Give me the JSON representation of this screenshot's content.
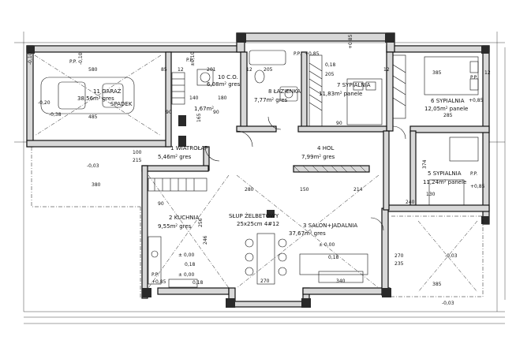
{
  "rooms": [
    {
      "id": "garaz",
      "num": "11",
      "name": "GARAŻ",
      "area": "38,56m",
      "sup": "2",
      "floor": "gres"
    },
    {
      "id": "co",
      "num": "10",
      "name": "C.O.",
      "area": "6,08m",
      "sup": "2",
      "floor": "gres"
    },
    {
      "id": "lazienka",
      "num": "8",
      "name": "ŁAZIENKA",
      "area": "7,77m",
      "sup": "2",
      "floor": "gres"
    },
    {
      "id": "sypialnia7",
      "num": "7",
      "name": "SYPIALNIA",
      "area": "11,83m",
      "sup": "2",
      "floor": "panele"
    },
    {
      "id": "sypialnia6",
      "num": "6",
      "name": "SYPIALNIA",
      "area": "12,05m",
      "sup": "2",
      "floor": "panele"
    },
    {
      "id": "wiatrolap",
      "num": "1",
      "name": "WIATROŁAP",
      "area": "5,46m",
      "sup": "2",
      "floor": "gres"
    },
    {
      "id": "hol",
      "num": "4",
      "name": "HOL",
      "area": "7,99m",
      "sup": "2",
      "floor": "gres"
    },
    {
      "id": "sypialnia5",
      "num": "5",
      "name": "SYPIALNIA",
      "area": "11,24m",
      "sup": "2",
      "floor": "panele"
    },
    {
      "id": "kuchnia",
      "num": "2",
      "name": "KUCHNIA",
      "area": "9,55m",
      "sup": "2",
      "floor": "gres"
    },
    {
      "id": "salon",
      "num": "3",
      "name": "SALON+JADALNIA",
      "area": "37,67m",
      "sup": "2",
      "floor": "gres"
    }
  ],
  "annotations": {
    "spadek": "SPADEK",
    "slup_title": "SŁUP ŻELBETOWY",
    "slup_spec": "25x25cm  4#12",
    "small_area": "1,67m"
  },
  "levels": {
    "garage_inner": "-0,20",
    "garage_outer_a": "-0,10",
    "garage_outer_b": "-0,10",
    "pp_0_10": "±0,10",
    "pp_085_a": "+0,85",
    "pp_085_b": "+0,85",
    "pp_085_c": "+0,85",
    "pp_085_d": "+0,85",
    "pp_085_e": "+0,85",
    "terrace_a": "-0,03",
    "terrace_b": "-0,03",
    "terrace_c": "-0,03",
    "floor_0": "± 0,00",
    "floor_0b": "± 0,00",
    "floor_0c": "± 0,00",
    "floor_018": "0,18",
    "floor_018b": "0,18",
    "floor_018c": "0,18",
    "floor_018d": "0,18",
    "pp_label": "P.P.",
    "garage_038": "-0,38"
  },
  "dims": {
    "d580": "580",
    "d85": "85",
    "d12a": "12",
    "d205a": "205",
    "d12b": "12",
    "d205b": "205",
    "d12c": "12",
    "d385a": "385",
    "d12d": "12",
    "d385b": "385",
    "d201": "201",
    "d180": "180",
    "d140": "140",
    "d165": "165",
    "d485": "485",
    "d100": "100",
    "d215": "215",
    "d380": "380",
    "d285": "285",
    "d150": "150",
    "d214": "214",
    "d280": "280",
    "d374": "374",
    "d130": "130",
    "d240": "240",
    "d270a": "270",
    "d235": "235",
    "d270b": "270",
    "d340": "340",
    "d90a": "90",
    "d90b": "90",
    "d90c": "90",
    "d90d": "90",
    "d256": "256",
    "d246": "246"
  }
}
